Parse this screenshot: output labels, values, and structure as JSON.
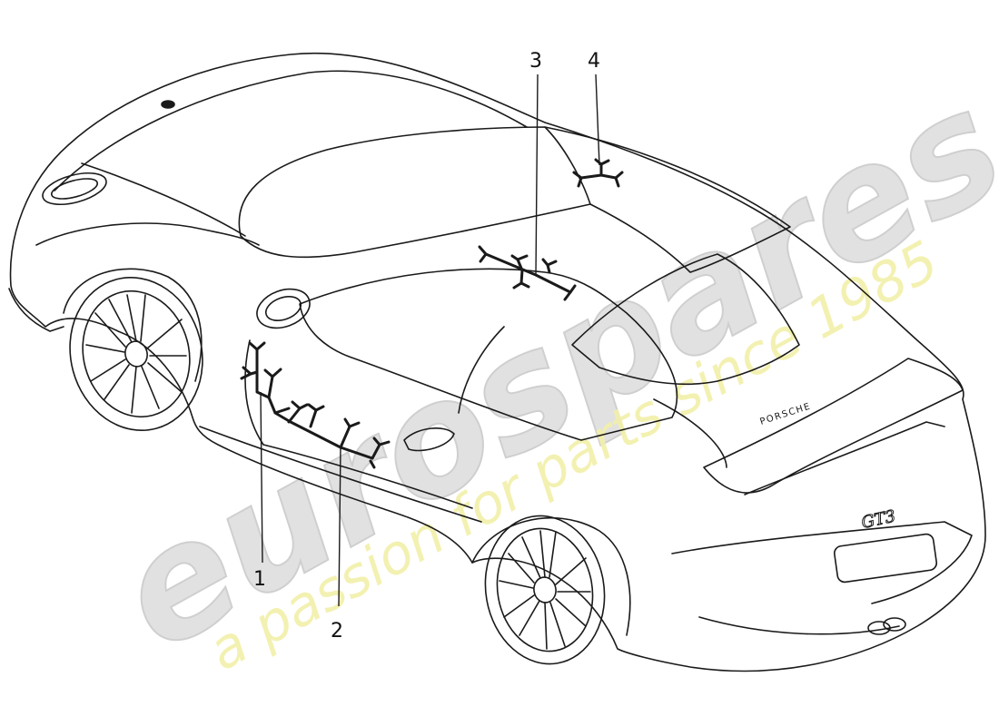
{
  "diagram": {
    "callouts": [
      {
        "id": "1",
        "label": "1"
      },
      {
        "id": "2",
        "label": "2"
      },
      {
        "id": "3",
        "label": "3"
      },
      {
        "id": "4",
        "label": "4"
      }
    ],
    "car_badges": {
      "rear_model": "GT3",
      "rear_brand": "PORSCHE"
    }
  },
  "watermark": {
    "brand": "eurospares",
    "tagline": "a passion for parts since 1985",
    "colors": {
      "brand": "#d8d8d8",
      "tagline": "#f2f0a8"
    }
  },
  "colors": {
    "line": "#1a1a1a",
    "background": "#ffffff"
  }
}
